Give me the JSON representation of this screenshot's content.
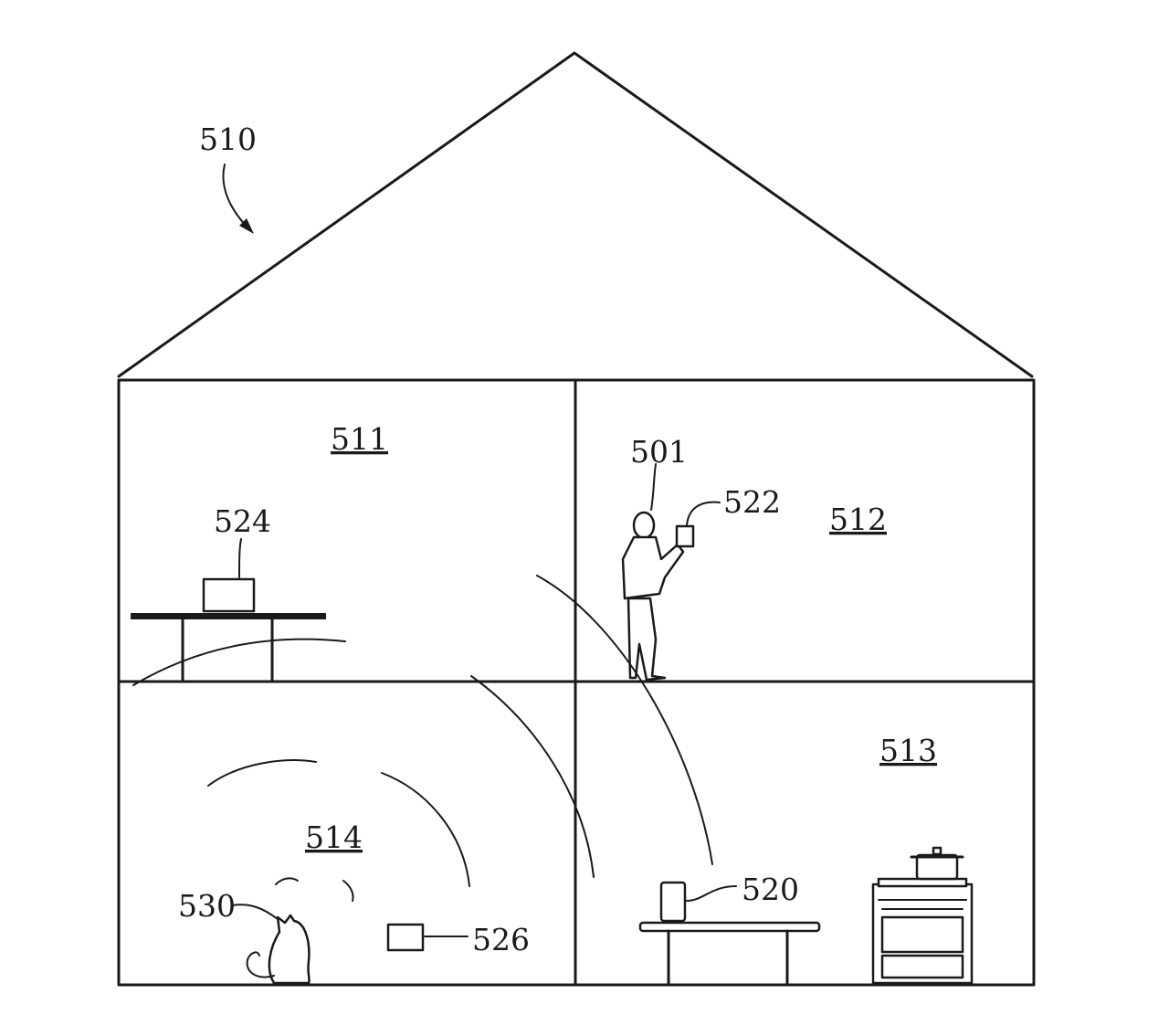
{
  "labels": {
    "house": "510",
    "user": "501",
    "room_top_left": "511",
    "room_top_right": "512",
    "room_bottom_right": "513",
    "room_bottom_left": "514",
    "device_speaker": "520",
    "device_wall_panel": "522",
    "device_laptop": "524",
    "device_box": "526",
    "pet": "530"
  }
}
